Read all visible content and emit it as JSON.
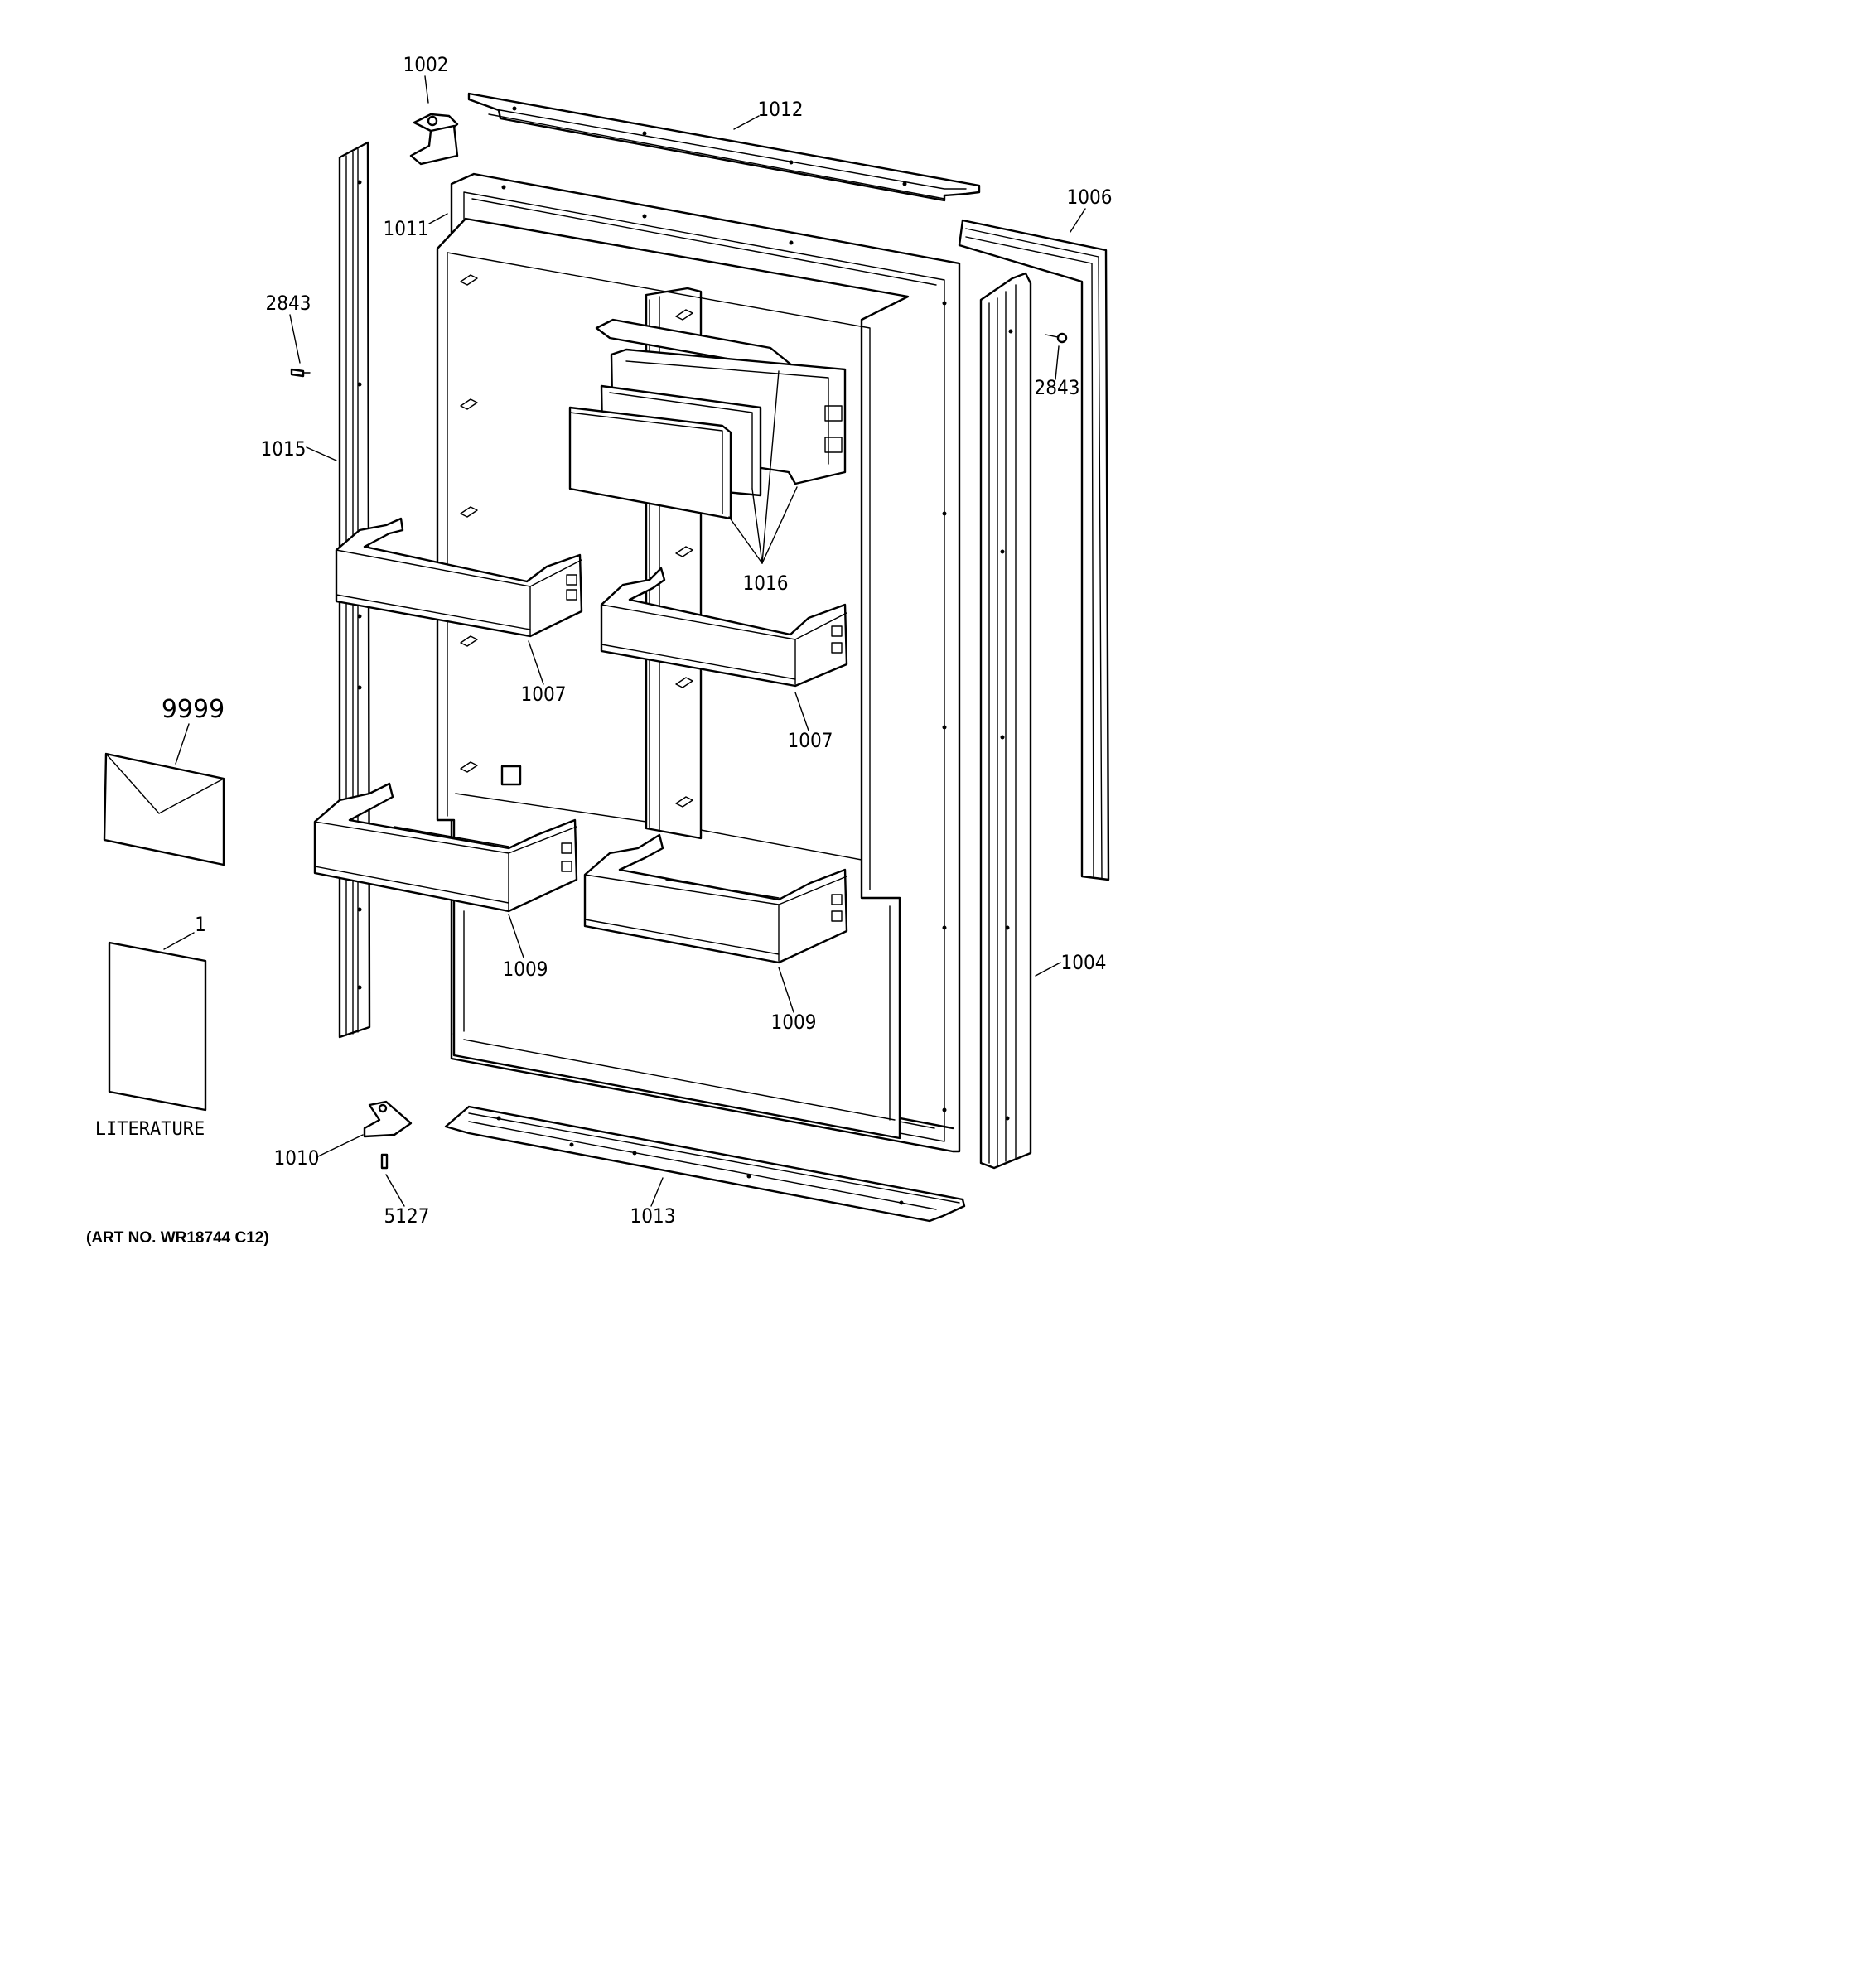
{
  "callouts": {
    "c1002": "1002",
    "c1012": "1012",
    "c1011": "1011",
    "c1006": "1006",
    "c2843_left": "2843",
    "c2843_right": "2843",
    "c1015": "1015",
    "c1016": "1016",
    "c1007_left": "1007",
    "c1007_right": "1007",
    "c9999": "9999",
    "c1009_left": "1009",
    "c1009_right": "1009",
    "c1004": "1004",
    "c1": "1",
    "c1010": "1010",
    "c5127": "5127",
    "c1013": "1013"
  },
  "literature_label": "LITERATURE",
  "art_number": "(ART NO. WR18744 C12)"
}
